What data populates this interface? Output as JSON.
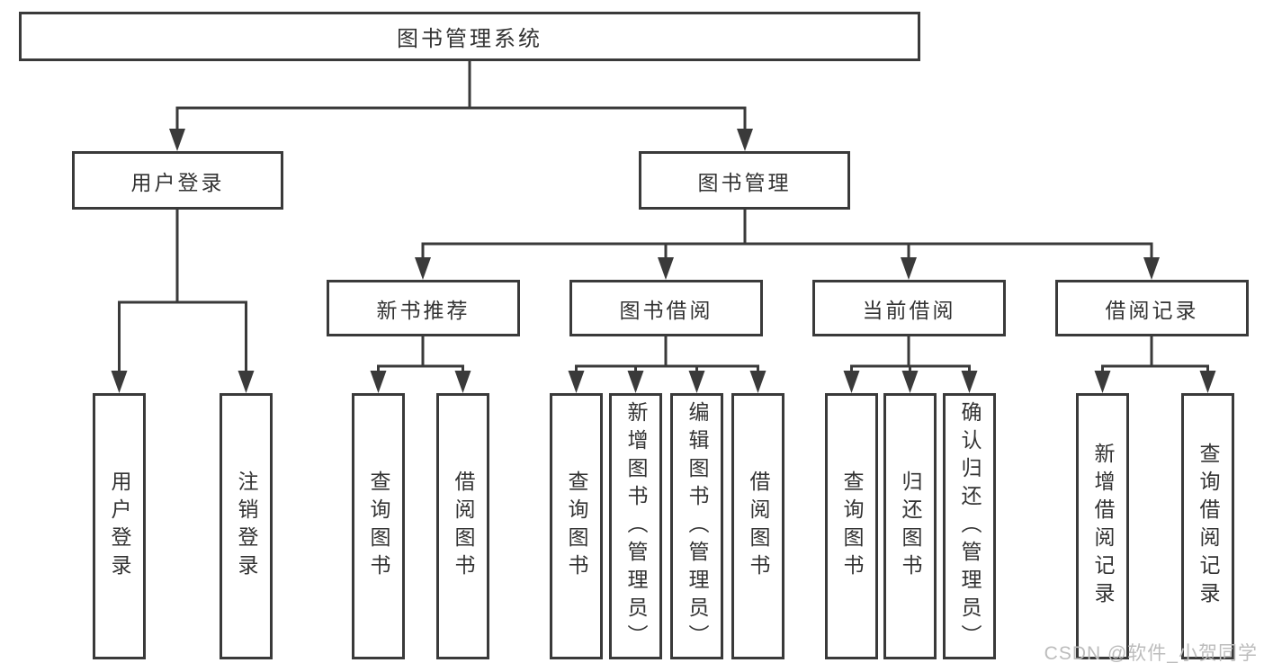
{
  "title": "图书管理系统",
  "branches": {
    "user_login": {
      "label": "用户登录",
      "children": [
        "用户登录",
        "注销登录"
      ]
    },
    "book_mgmt": {
      "label": "图书管理",
      "sections": {
        "new_books": {
          "label": "新书推荐",
          "children": [
            "查询图书",
            "借阅图书"
          ]
        },
        "book_borrow": {
          "label": "图书借阅",
          "children": [
            "查询图书",
            "新增图书（管理员）",
            "编辑图书（管理员）",
            "借阅图书"
          ]
        },
        "current_borrow": {
          "label": "当前借阅",
          "children": [
            "查询图书",
            "归还图书",
            "确认归还（管理员）"
          ]
        },
        "borrow_records": {
          "label": "借阅记录",
          "children": [
            "新增借阅记录",
            "查询借阅记录"
          ]
        }
      }
    }
  },
  "watermark": "CSDN @软件_小贺同学",
  "colors": {
    "line": "#3a3a3a",
    "text": "#333333",
    "watermark": "#bcbcbc",
    "background": "#ffffff"
  }
}
